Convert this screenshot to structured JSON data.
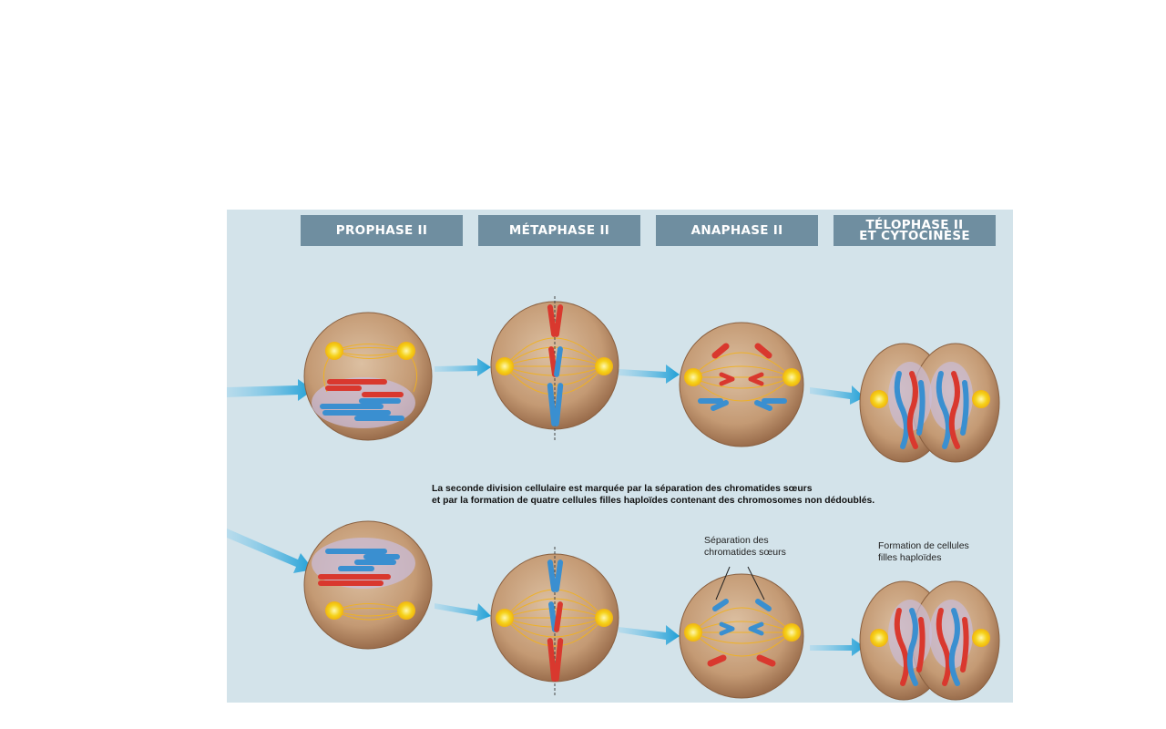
{
  "headers": [
    {
      "label": "PROPHASE II"
    },
    {
      "label": "MÉTAPHASE II"
    },
    {
      "label": "ANAPHASE II"
    },
    {
      "label": "TÉLOPHASE II\nET CYTOCINÈSE"
    }
  ],
  "caption": {
    "line1": "La seconde division cellulaire est marquée par la séparation des chromatides sœurs",
    "line2": "et par la formation de quatre cellules filles haploïdes contenant des chromosomes non dédoublés."
  },
  "annotations": {
    "separation_line1": "Séparation des",
    "separation_line2": "chromatides sœurs",
    "formation_line1": "Formation de cellules",
    "formation_line2": "filles haploïdes"
  },
  "colors": {
    "background": "#d3e3ea",
    "header": "#6f8ea0",
    "cell": "#c8a07a",
    "arrow": "#29a9dc",
    "chromosome_red": "#d9382e",
    "chromosome_blue": "#3a8fd0",
    "spindle": "#f2b21d",
    "centrosome": "#f5d21a"
  }
}
